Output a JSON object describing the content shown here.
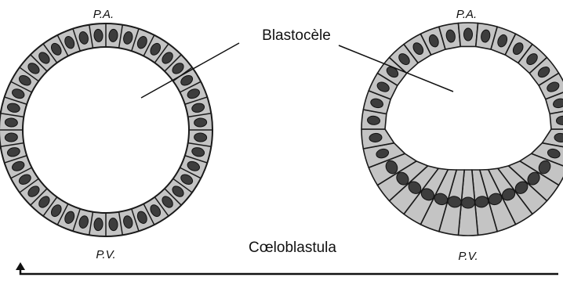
{
  "figure": {
    "left_embryo": {
      "animal_pole": "P.A.",
      "vegetal_pole": "P.V."
    },
    "right_embryo": {
      "animal_pole": "P.A.",
      "vegetal_pole": "P.V."
    },
    "cavity_label": "Blastocèle",
    "stage_label": "Cœloblastula"
  },
  "colors": {
    "cell_fill": "#c4c4c4",
    "nucleus_fill": "#3d3d3d",
    "outline": "#1a1a1a"
  }
}
